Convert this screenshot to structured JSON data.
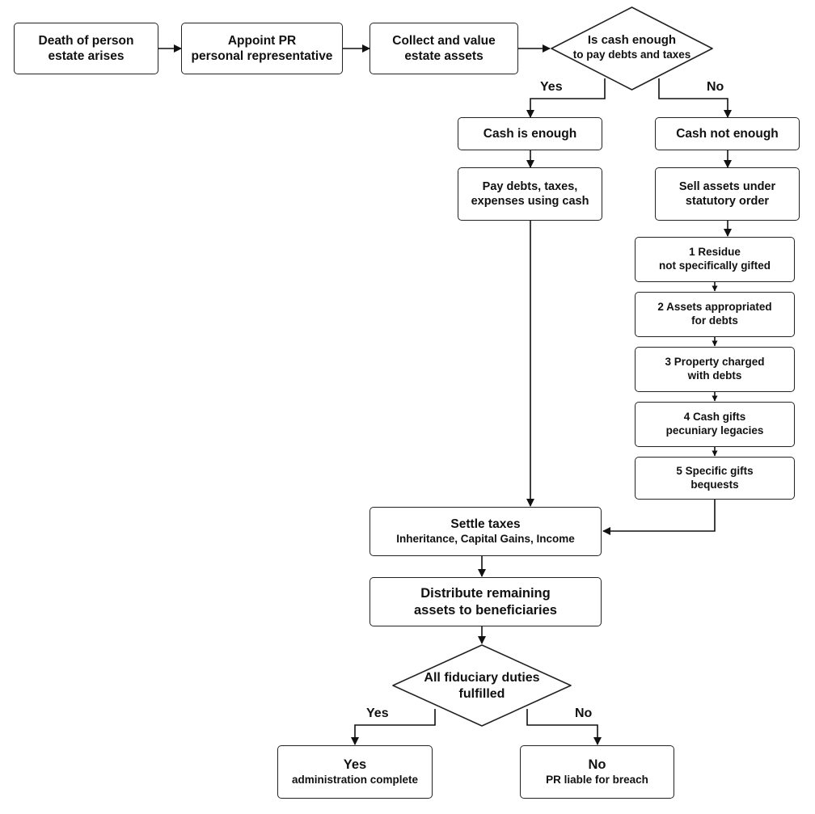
{
  "nodes": {
    "death": [
      "Death of person",
      "estate arises"
    ],
    "appoint": [
      "Appoint PR",
      "personal representative"
    ],
    "collect": [
      "Collect and value",
      "estate assets"
    ],
    "decision_cash": [
      "Is cash enough",
      "to pay debts and taxes"
    ],
    "cash_enough": [
      "Cash is enough"
    ],
    "pay_debts": [
      "Pay debts, taxes,",
      "expenses using cash"
    ],
    "cash_not_enough": [
      "Cash not enough"
    ],
    "sell_assets": [
      "Sell assets under",
      "statutory order"
    ],
    "order1": [
      "1 Residue",
      "not specifically gifted"
    ],
    "order2": [
      "2 Assets appropriated",
      "for debts"
    ],
    "order3": [
      "3 Property charged",
      "with debts"
    ],
    "order4": [
      "4 Cash gifts",
      "pecuniary legacies"
    ],
    "order5": [
      "5 Specific gifts",
      "bequests"
    ],
    "settle_taxes": [
      "Settle taxes",
      "Inheritance, Capital Gains, Income"
    ],
    "distribute": [
      "Distribute remaining",
      "assets to beneficiaries"
    ],
    "decision_duties": [
      "All fiduciary duties",
      "fulfilled"
    ],
    "complete": [
      "Yes",
      "administration complete"
    ],
    "breach": [
      "No",
      "PR liable for breach"
    ]
  },
  "edge_labels": {
    "cash_yes": "Yes",
    "cash_no": "No",
    "duties_yes": "Yes",
    "duties_no": "No"
  },
  "colors": {
    "stroke": "#222222",
    "text": "#111111",
    "fill": "#ffffff"
  }
}
